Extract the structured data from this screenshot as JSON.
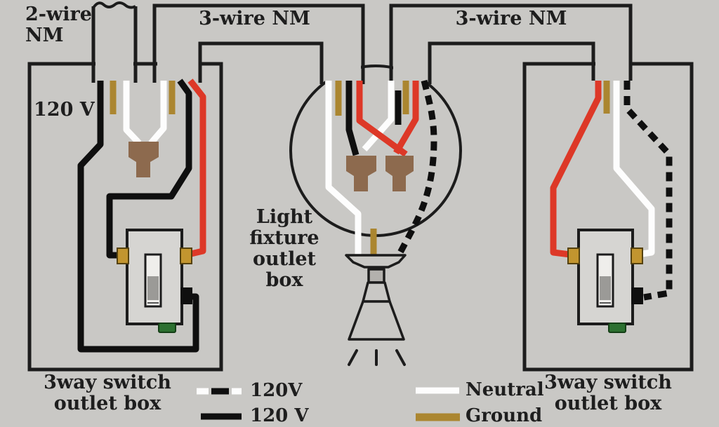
{
  "title": "3-way switch wiring diagram with light fixture between switches",
  "colors": {
    "background": "#c9c8c5",
    "line": "#1c1c1c",
    "text": "#1e1e1e",
    "black_wire": "#0f0f0f",
    "hot_red": "#dd3827",
    "neutral_white": "#fdfdfd",
    "ground_gold": "#ab8630",
    "wire_nut_brown": "#8d6a4e",
    "screw_gold": "#c2952f",
    "screw_green": "#2c7030",
    "switch_fill": "#d6d5d2",
    "toggle_light": "#efeeeb",
    "toggle_gray": "#9b9a97",
    "socket_gray": "#b3b1ad"
  },
  "labels": {
    "feed_cable_line1": "2-wire",
    "feed_cable_line2": "NM",
    "run1": "3-wire NM",
    "run2": "3-wire NM",
    "voltage": "120 V",
    "fixture_lines": [
      "Light",
      "fixture",
      "outlet",
      "box"
    ],
    "left_caption": [
      "3way switch",
      "outlet box"
    ],
    "right_caption": [
      "3way switch",
      "outlet box"
    ]
  },
  "legend": {
    "items": [
      {
        "swatch": "dashed-white-black",
        "label": "120V"
      },
      {
        "swatch": "solid-black",
        "label": "120 V"
      },
      {
        "swatch": "solid-white",
        "label": "Neutral"
      },
      {
        "swatch": "solid-gold",
        "label": "Ground"
      }
    ]
  }
}
